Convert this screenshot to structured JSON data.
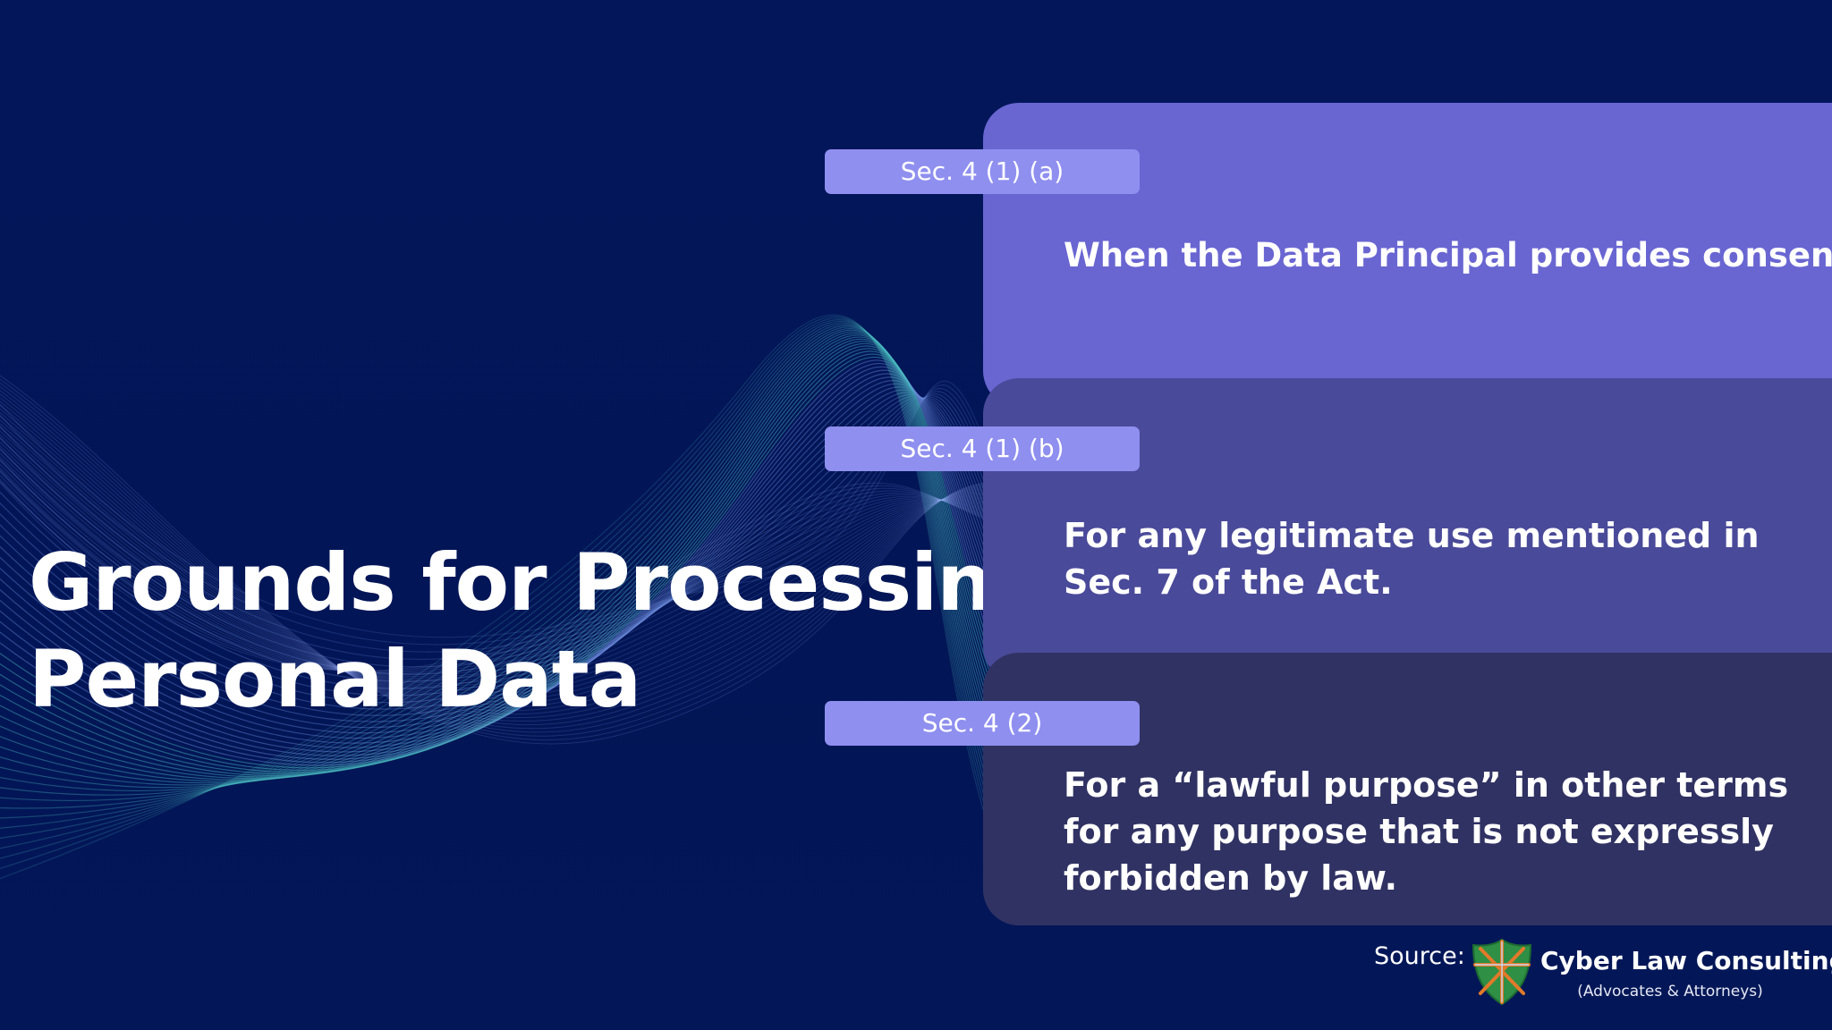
{
  "slide": {
    "title_lines": [
      "Grounds for Processing",
      "Personal Data"
    ],
    "items": [
      {
        "tag": "Sec. 4 (1) (a)",
        "text": "When the Data Principal provides consent."
      },
      {
        "tag": "Sec. 4 (1) (b)",
        "text": "For any legitimate use mentioned in Sec. 7 of the Act."
      },
      {
        "tag": "Sec. 4 (2)",
        "text": "For a “lawful purpose” in other terms for any purpose that is not expressly forbidden by law."
      }
    ]
  },
  "footer": {
    "source_label": "Source:",
    "company_name": "Cyber Law Consulting",
    "company_subtitle": "(Advocates & Attorneys)"
  },
  "colors": {
    "background": "#03165a",
    "panel_1": "#6966d2",
    "panel_2": "#4a4a9a",
    "panel_3": "#303263",
    "tag": "#8f8ff0",
    "logo_green": "#2f8f45",
    "logo_orange": "#e07a2a"
  },
  "icons": {
    "logo": "shield-logo-icon",
    "background": "abstract-wave-lines"
  }
}
